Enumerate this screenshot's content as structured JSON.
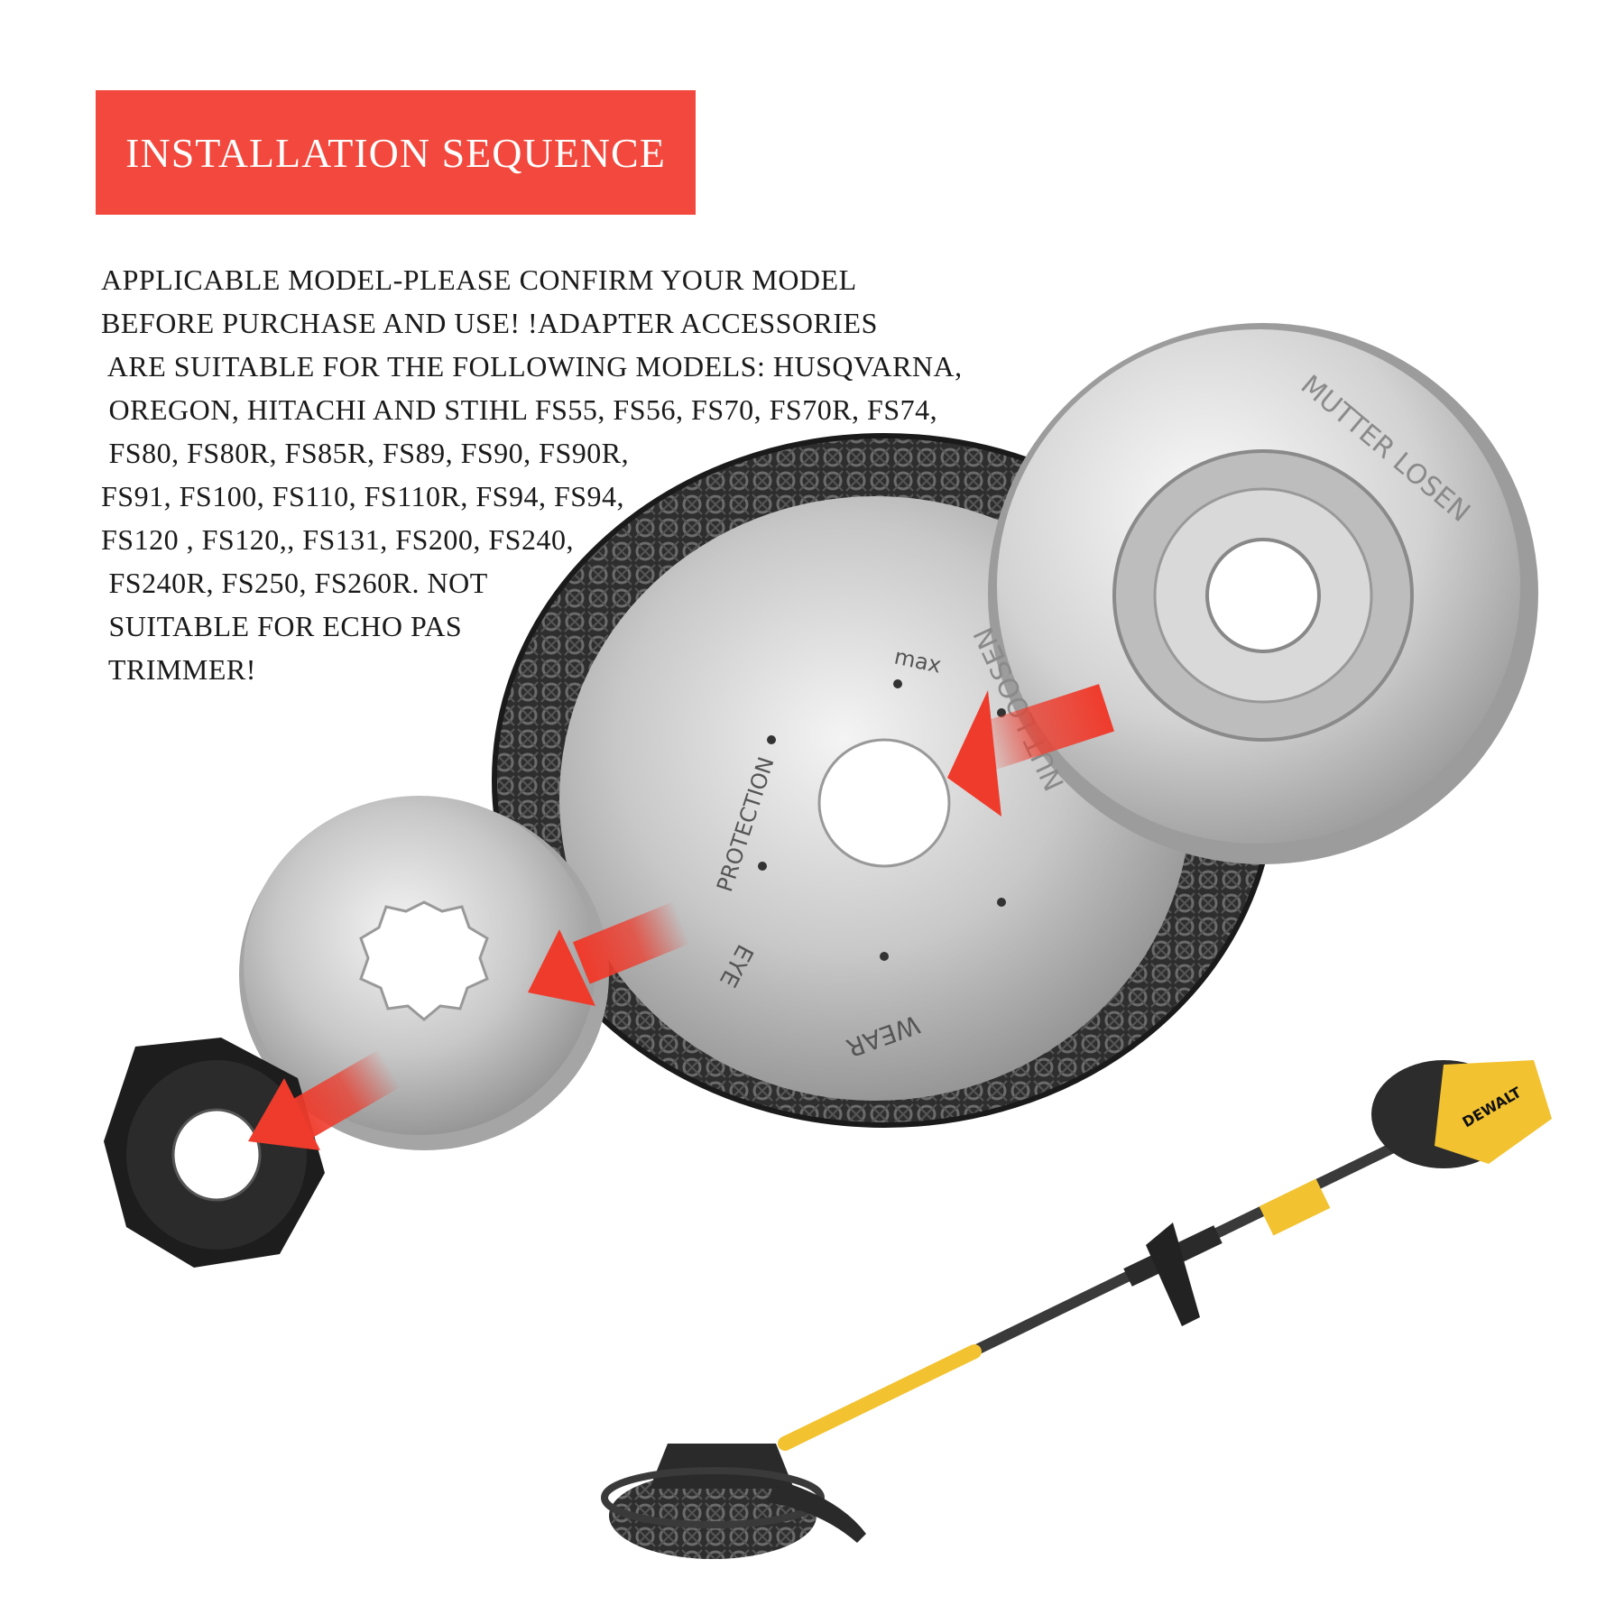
{
  "header": {
    "title": "INSTALLATION SEQUENCE",
    "bg_color": "#f2483d"
  },
  "description": {
    "lines": [
      "APPLICABLE MODEL-PLEASE CONFIRM YOUR MODEL",
      "BEFORE PURCHASE AND USE! !ADAPTER ACCESSORIES",
      " ARE SUITABLE FOR THE FOLLOWING MODELS: HUSQVARNA,",
      " OREGON, HITACHI AND STIHL FS55, FS56, FS70, FS70R, FS74,",
      " FS80, FS80R, FS85R, FS89, FS90, FS90R,",
      "FS91, FS100, FS110, FS110R, FS94, FS94,",
      "FS120 , FS120,, FS131, FS200, FS240,",
      " FS240R, FS250, FS260R. NOT",
      " SUITABLE FOR ECHO PAS",
      " TRIMMER!"
    ]
  },
  "parts": {
    "top_cup_text_1": "MUTTER LOSEN",
    "top_cup_text_2": "NUT LOOSEN",
    "disc_text_1": "max",
    "disc_text_2": "PROTECTION",
    "disc_text_3": "EYE",
    "disc_text_4": "WEAR",
    "arrow_color": "#ef3b2c"
  },
  "trimmer": {
    "brand": "DEWALT"
  }
}
